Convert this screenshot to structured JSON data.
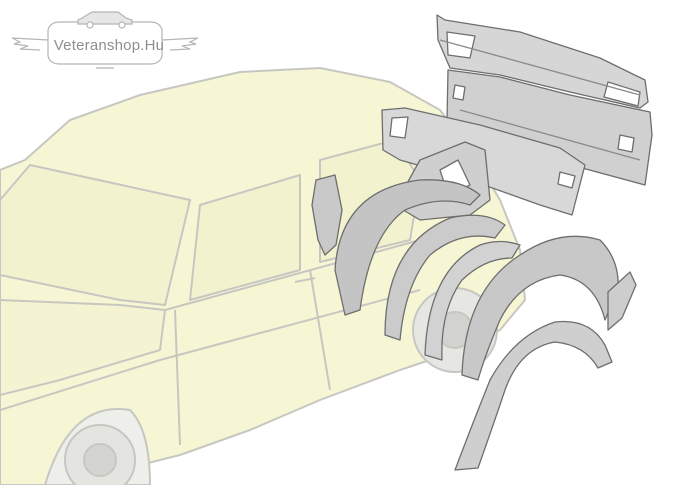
{
  "logo": {
    "text": "Veteranshop.Hu",
    "emblem": "winged-classic-car-emblem"
  },
  "illustration": {
    "subject": "classic-hatchback-rear-body-panels",
    "colors": {
      "car_body": "#f6f6d4",
      "car_outline": "#c7c7c2",
      "panel_fill": "#d6d6d6",
      "panel_shade": "#b8b8b8",
      "panel_outline": "#6e6e6e",
      "logo_gray": "#b5b5b5"
    }
  }
}
